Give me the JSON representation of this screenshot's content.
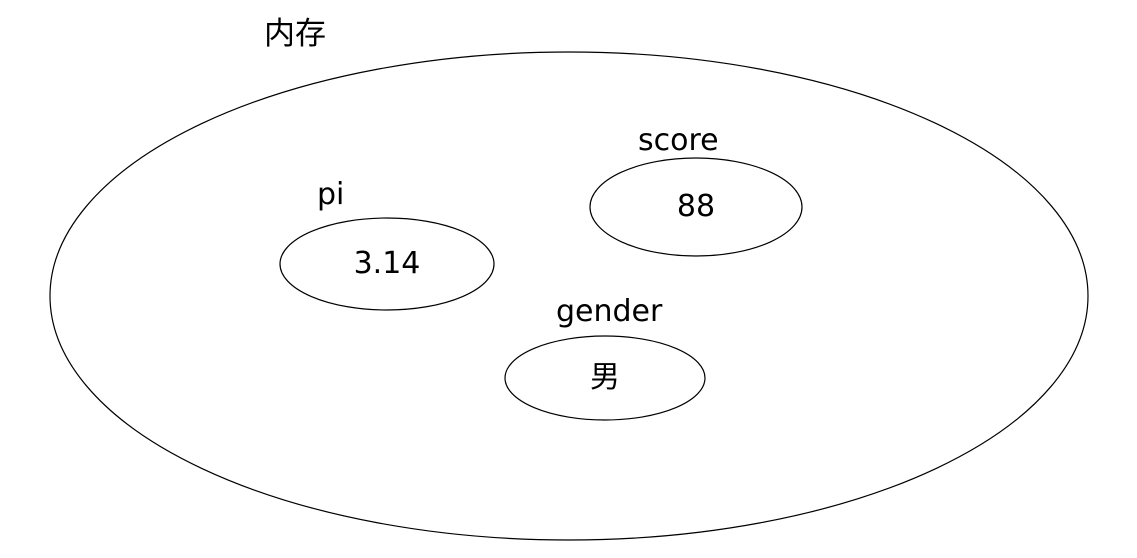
{
  "diagram": {
    "container": {
      "title": "内存",
      "shape": "ellipse"
    },
    "variables": [
      {
        "name": "pi",
        "value": "3.14",
        "shape": "ellipse"
      },
      {
        "name": "score",
        "value": "88",
        "shape": "ellipse"
      },
      {
        "name": "gender",
        "value": "男",
        "shape": "ellipse"
      }
    ],
    "colors": {
      "background": "#ffffff",
      "stroke": "#000000",
      "text": "#000000",
      "fill": "#ffffff"
    }
  }
}
